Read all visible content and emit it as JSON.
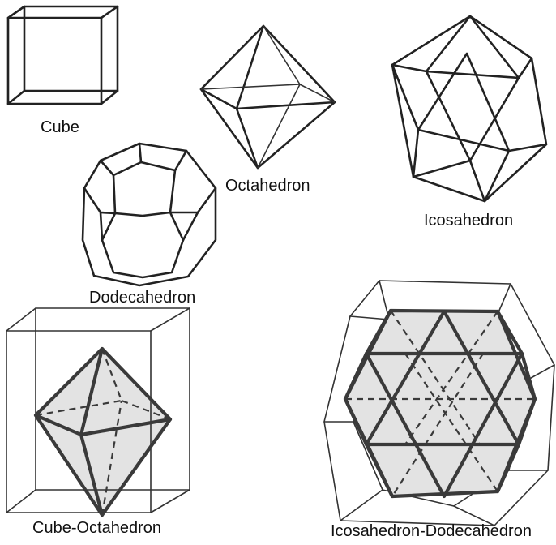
{
  "labels": {
    "cube": "Cube",
    "octahedron": "Octahedron",
    "icosahedron": "Icosahedron",
    "dodecahedron": "Dodecahedron",
    "cube_octahedron": "Cube-Octahedron",
    "icosahedron_dodecahedron": "Icosahedron-Dodecahedron"
  },
  "colors": {
    "line": "#222222",
    "shade": "#e3e3e3",
    "background": "#ffffff"
  }
}
